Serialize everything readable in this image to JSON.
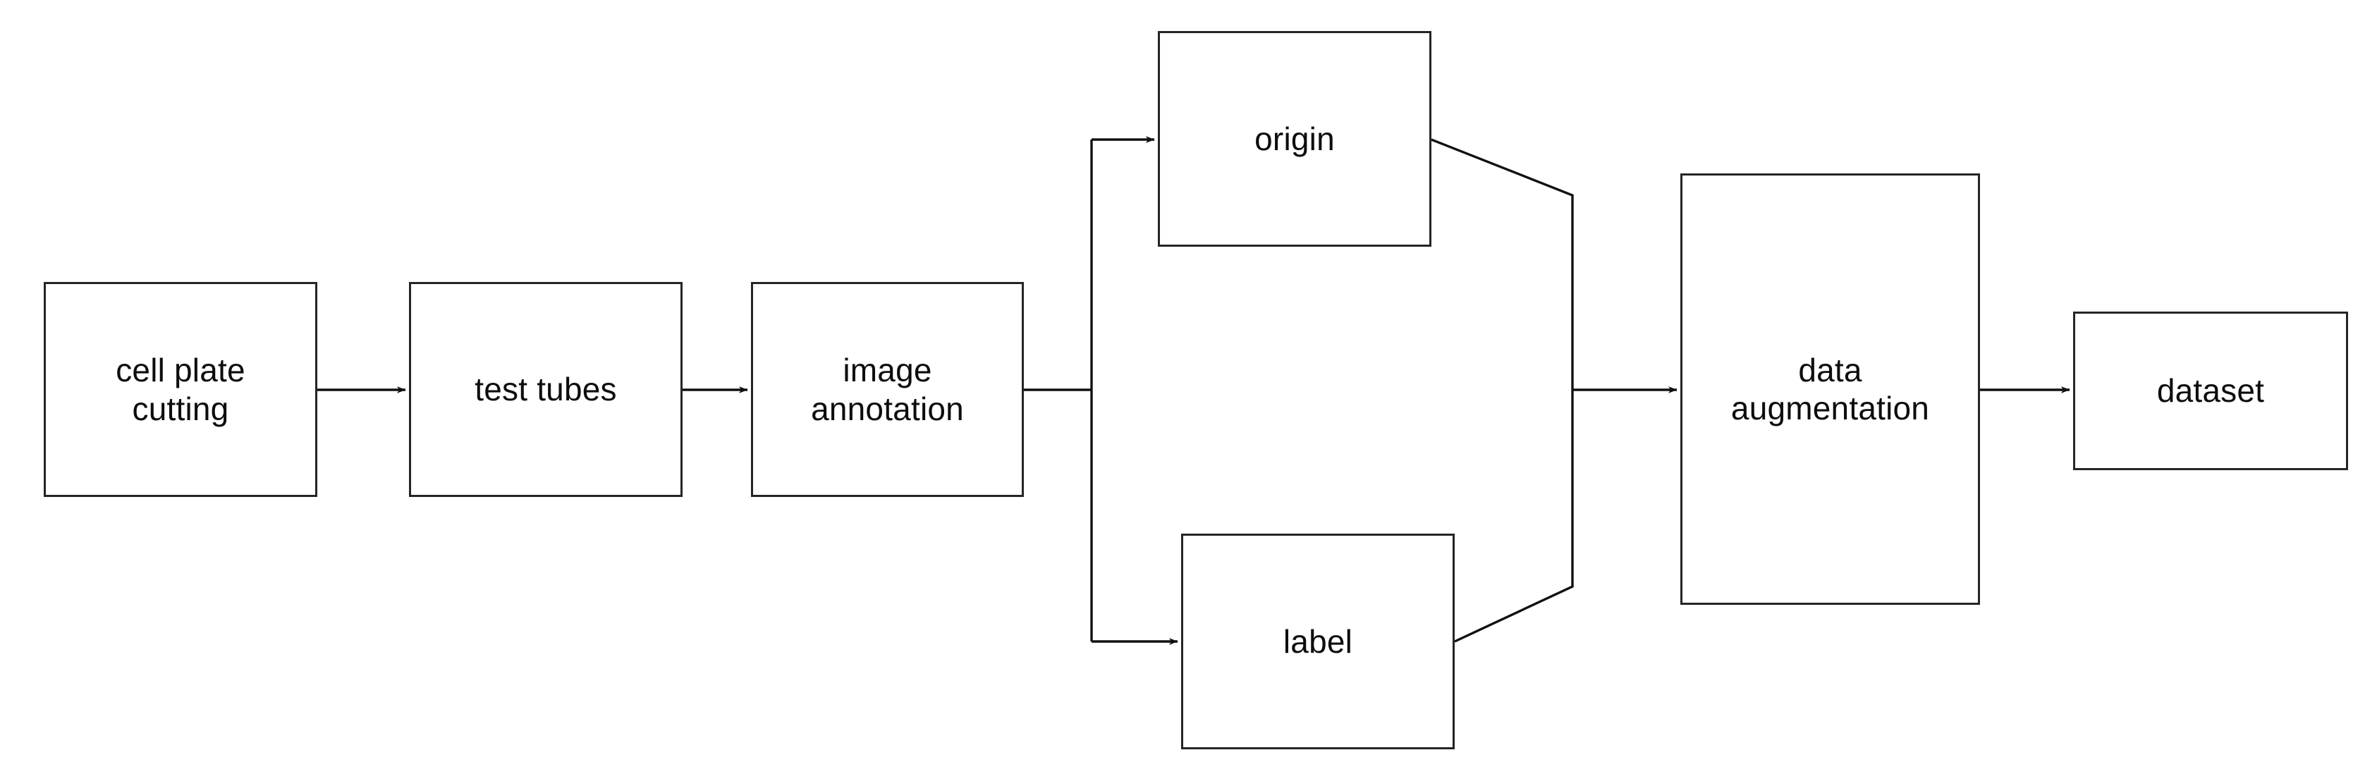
{
  "diagram": {
    "title": "data preparation pipeline flowchart",
    "background_color": "#ffffff",
    "stroke_color": "#252525",
    "text_color": "#0d0d0d",
    "nodes": [
      {
        "id": "cell-plate-cutting",
        "label": "cell plate\ncutting"
      },
      {
        "id": "test-tubes",
        "label": "test tubes"
      },
      {
        "id": "image-annotation",
        "label": "image\nannotation"
      },
      {
        "id": "origin",
        "label": "origin"
      },
      {
        "id": "label",
        "label": "label"
      },
      {
        "id": "data-augmentation",
        "label": "data\naugmentation"
      },
      {
        "id": "dataset",
        "label": "dataset"
      }
    ],
    "edges": [
      {
        "from": "cell-plate-cutting",
        "to": "test-tubes",
        "style": "straight-arrow"
      },
      {
        "from": "test-tubes",
        "to": "image-annotation",
        "style": "straight-arrow"
      },
      {
        "from": "image-annotation",
        "to": "origin",
        "style": "orthogonal-split-arrow"
      },
      {
        "from": "image-annotation",
        "to": "label",
        "style": "orthogonal-split-arrow"
      },
      {
        "from": "origin",
        "to": "data-augmentation",
        "style": "diagonal-merge"
      },
      {
        "from": "label",
        "to": "data-augmentation",
        "style": "diagonal-merge"
      },
      {
        "from": "data-augmentation",
        "to": "dataset",
        "style": "straight-arrow"
      }
    ]
  }
}
